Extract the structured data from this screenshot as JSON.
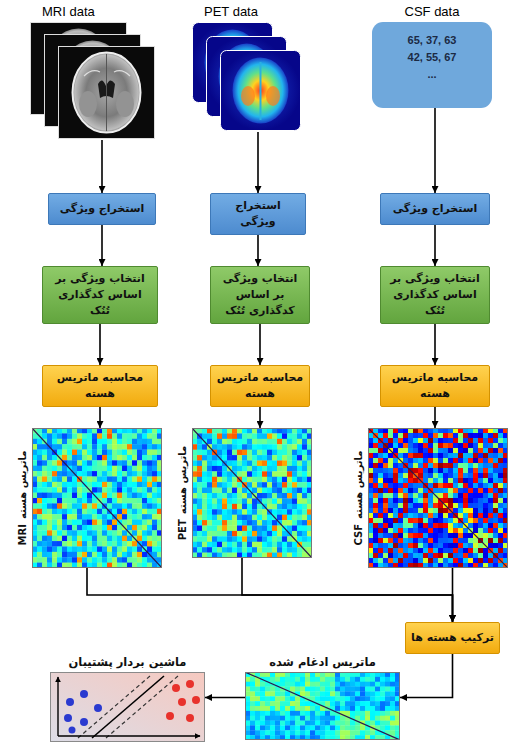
{
  "diagram": {
    "nodes": [
      {
        "text": [
          "MRI data"
        ]
      },
      {
        "text": [
          "PET data"
        ]
      },
      {
        "text": [
          "CSF data",
          "65, 37, 63",
          "42, 55, 67",
          "..."
        ]
      },
      {
        "text": [
          "استخراج ویژگی"
        ]
      },
      {
        "text": [
          "استخراج ویژگی"
        ]
      },
      {
        "text": [
          "استخراج ویژگی"
        ]
      },
      {
        "text": [
          "انتخاب ویژگی بر اساس کدگذاری تُنُک"
        ]
      },
      {
        "text": [
          "انتخاب ویژگی بر اساس کدگذاری تُنُک"
        ]
      },
      {
        "text": [
          "انتخاب ویژگی بر اساس کدگذاری تُنُک"
        ]
      },
      {
        "text": [
          "محاسبه ماتریس هسته"
        ]
      },
      {
        "text": [
          "محاسبه ماتریس هسته"
        ]
      },
      {
        "text": [
          "محاسبه ماتریس هسته"
        ]
      },
      {
        "text": [
          "ماتریس هسته",
          "MRI"
        ]
      },
      {
        "text": [
          "ماتریس هسته",
          "PET"
        ]
      },
      {
        "text": [
          "ماتریس هسته",
          "CSF"
        ]
      },
      {
        "text": [
          "ترکیب هسته ها"
        ]
      },
      {
        "text": [
          "ماتریس ادغام شده"
        ]
      },
      {
        "text": [
          "ماشین بردار پشتیبان"
        ]
      }
    ],
    "edges": [
      {
        "from": 0,
        "to": 3,
        "arrow": "to"
      },
      {
        "from": 1,
        "to": 4,
        "arrow": "to"
      },
      {
        "from": 2,
        "to": 5,
        "arrow": "to"
      },
      {
        "from": 3,
        "to": 6,
        "arrow": "to"
      },
      {
        "from": 4,
        "to": 7,
        "arrow": "to"
      },
      {
        "from": 5,
        "to": 8,
        "arrow": "to"
      },
      {
        "from": 6,
        "to": 9,
        "arrow": "to"
      },
      {
        "from": 7,
        "to": 10,
        "arrow": "to"
      },
      {
        "from": 8,
        "to": 11,
        "arrow": "to"
      },
      {
        "from": 9,
        "to": 12,
        "arrow": "to"
      },
      {
        "from": 10,
        "to": 13,
        "arrow": "to"
      },
      {
        "from": 11,
        "to": 14,
        "arrow": "to"
      },
      {
        "from": 12,
        "to": 15,
        "arrow": "to"
      },
      {
        "from": 13,
        "to": 15,
        "arrow": "to"
      },
      {
        "from": 14,
        "to": 15,
        "arrow": "to"
      },
      {
        "from": 15,
        "to": 16,
        "arrow": "to"
      },
      {
        "from": 16,
        "to": 17,
        "arrow": "to"
      }
    ]
  }
}
